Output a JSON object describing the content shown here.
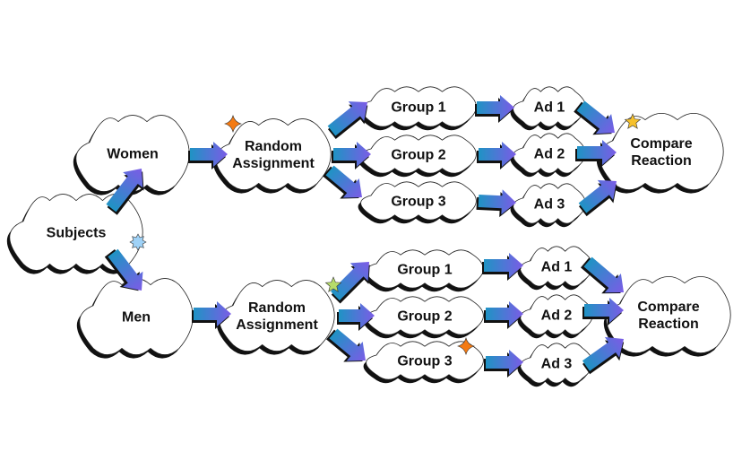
{
  "diagram": {
    "title": "",
    "colors": {
      "arrow_start": "#1f93c4",
      "arrow_end": "#7b5ce6",
      "cloud_fill": "#ffffff",
      "cloud_stroke": "#222222",
      "shadow": "#111111",
      "star_orange": "#f47a12",
      "star_yellow": "#f6c12c",
      "star_green": "#b6dc6a",
      "star_blue": "#9fd2f7"
    },
    "nodes": {
      "subjects": {
        "label": [
          "Subjects"
        ]
      },
      "women": {
        "label": [
          "Women"
        ]
      },
      "men": {
        "label": [
          "Men"
        ]
      },
      "women_random": {
        "label": [
          "Random",
          "Assignment"
        ]
      },
      "men_random": {
        "label": [
          "Random",
          "Assignment"
        ]
      },
      "w_group1": {
        "label": [
          "Group 1"
        ]
      },
      "w_group2": {
        "label": [
          "Group 2"
        ]
      },
      "w_group3": {
        "label": [
          "Group 3"
        ]
      },
      "m_group1": {
        "label": [
          "Group 1"
        ]
      },
      "m_group2": {
        "label": [
          "Group 2"
        ]
      },
      "m_group3": {
        "label": [
          "Group 3"
        ]
      },
      "w_ad1": {
        "label": [
          "Ad 1"
        ]
      },
      "w_ad2": {
        "label": [
          "Ad 2"
        ]
      },
      "w_ad3": {
        "label": [
          "Ad 3"
        ]
      },
      "m_ad1": {
        "label": [
          "Ad 1"
        ]
      },
      "m_ad2": {
        "label": [
          "Ad 2"
        ]
      },
      "m_ad3": {
        "label": [
          "Ad 3"
        ]
      },
      "w_compare": {
        "label": [
          "Compare",
          "Reaction"
        ]
      },
      "m_compare": {
        "label": [
          "Compare",
          "Reaction"
        ]
      }
    },
    "edges": [
      [
        "subjects",
        "women"
      ],
      [
        "subjects",
        "men"
      ],
      [
        "women",
        "women_random"
      ],
      [
        "men",
        "men_random"
      ],
      [
        "women_random",
        "w_group1"
      ],
      [
        "women_random",
        "w_group2"
      ],
      [
        "women_random",
        "w_group3"
      ],
      [
        "men_random",
        "m_group1"
      ],
      [
        "men_random",
        "m_group2"
      ],
      [
        "men_random",
        "m_group3"
      ],
      [
        "w_group1",
        "w_ad1"
      ],
      [
        "w_group2",
        "w_ad2"
      ],
      [
        "w_group3",
        "w_ad3"
      ],
      [
        "m_group1",
        "m_ad1"
      ],
      [
        "m_group2",
        "m_ad2"
      ],
      [
        "m_group3",
        "m_ad3"
      ],
      [
        "w_ad1",
        "w_compare"
      ],
      [
        "w_ad2",
        "w_compare"
      ],
      [
        "w_ad3",
        "w_compare"
      ],
      [
        "m_ad1",
        "m_compare"
      ],
      [
        "m_ad2",
        "m_compare"
      ],
      [
        "m_ad3",
        "m_compare"
      ]
    ],
    "decorations": [
      {
        "type": "sparkle",
        "color": "star_orange",
        "node": "women_random"
      },
      {
        "type": "star",
        "color": "star_yellow",
        "node": "w_compare"
      },
      {
        "type": "burst",
        "color": "star_blue",
        "node": "subjects"
      },
      {
        "type": "star",
        "color": "star_green",
        "node": "men_random"
      },
      {
        "type": "sparkle",
        "color": "star_orange",
        "node": "m_group3"
      }
    ]
  }
}
